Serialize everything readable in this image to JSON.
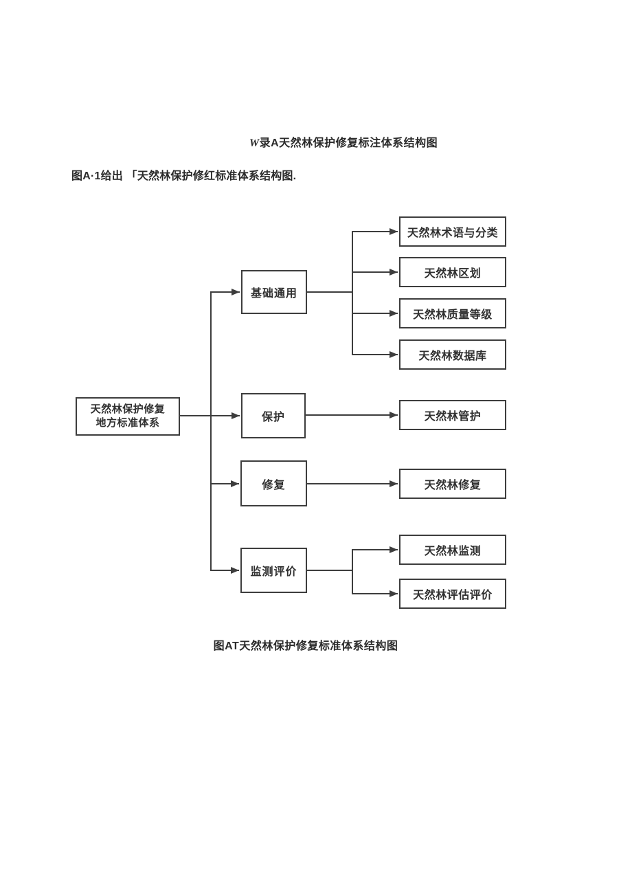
{
  "page": {
    "title": "W录A天然林保护修复标注体系结构图",
    "intro": "图A·1给出 「天然林保护修红标准体系结构图.",
    "caption": "图AT天然林保护修复标准体系结构图"
  },
  "diagram": {
    "root": {
      "line1": "天然林保护修复",
      "line2": "地方标准体系"
    },
    "level2": [
      {
        "id": "basic-general",
        "label": "基础通用"
      },
      {
        "id": "protection",
        "label": "保护"
      },
      {
        "id": "restoration",
        "label": "修复"
      },
      {
        "id": "monitoring-evaluation",
        "label": "监测评价"
      }
    ],
    "level3": [
      {
        "id": "terminology-classification",
        "label": "天然林术语与分类",
        "parent": "基础通用"
      },
      {
        "id": "zoning",
        "label": "天然林区划",
        "parent": "基础通用"
      },
      {
        "id": "quality-grade",
        "label": "天然林质量等级",
        "parent": "基础通用"
      },
      {
        "id": "database",
        "label": "天然林数据库",
        "parent": "基础通用"
      },
      {
        "id": "management-protection",
        "label": "天然林管护",
        "parent": "保护"
      },
      {
        "id": "forest-restoration",
        "label": "天然林修复",
        "parent": "修复"
      },
      {
        "id": "forest-monitoring",
        "label": "天然林监测",
        "parent": "监测评价"
      },
      {
        "id": "assessment-evaluation",
        "label": "天然林评估评价",
        "parent": "监测评价"
      }
    ],
    "colors": {
      "line": "#3d3d3d",
      "border": "#3d3d3d",
      "text": "#2f2f2f",
      "node_background": "#ffffff",
      "page_background": "#ffffff"
    }
  }
}
